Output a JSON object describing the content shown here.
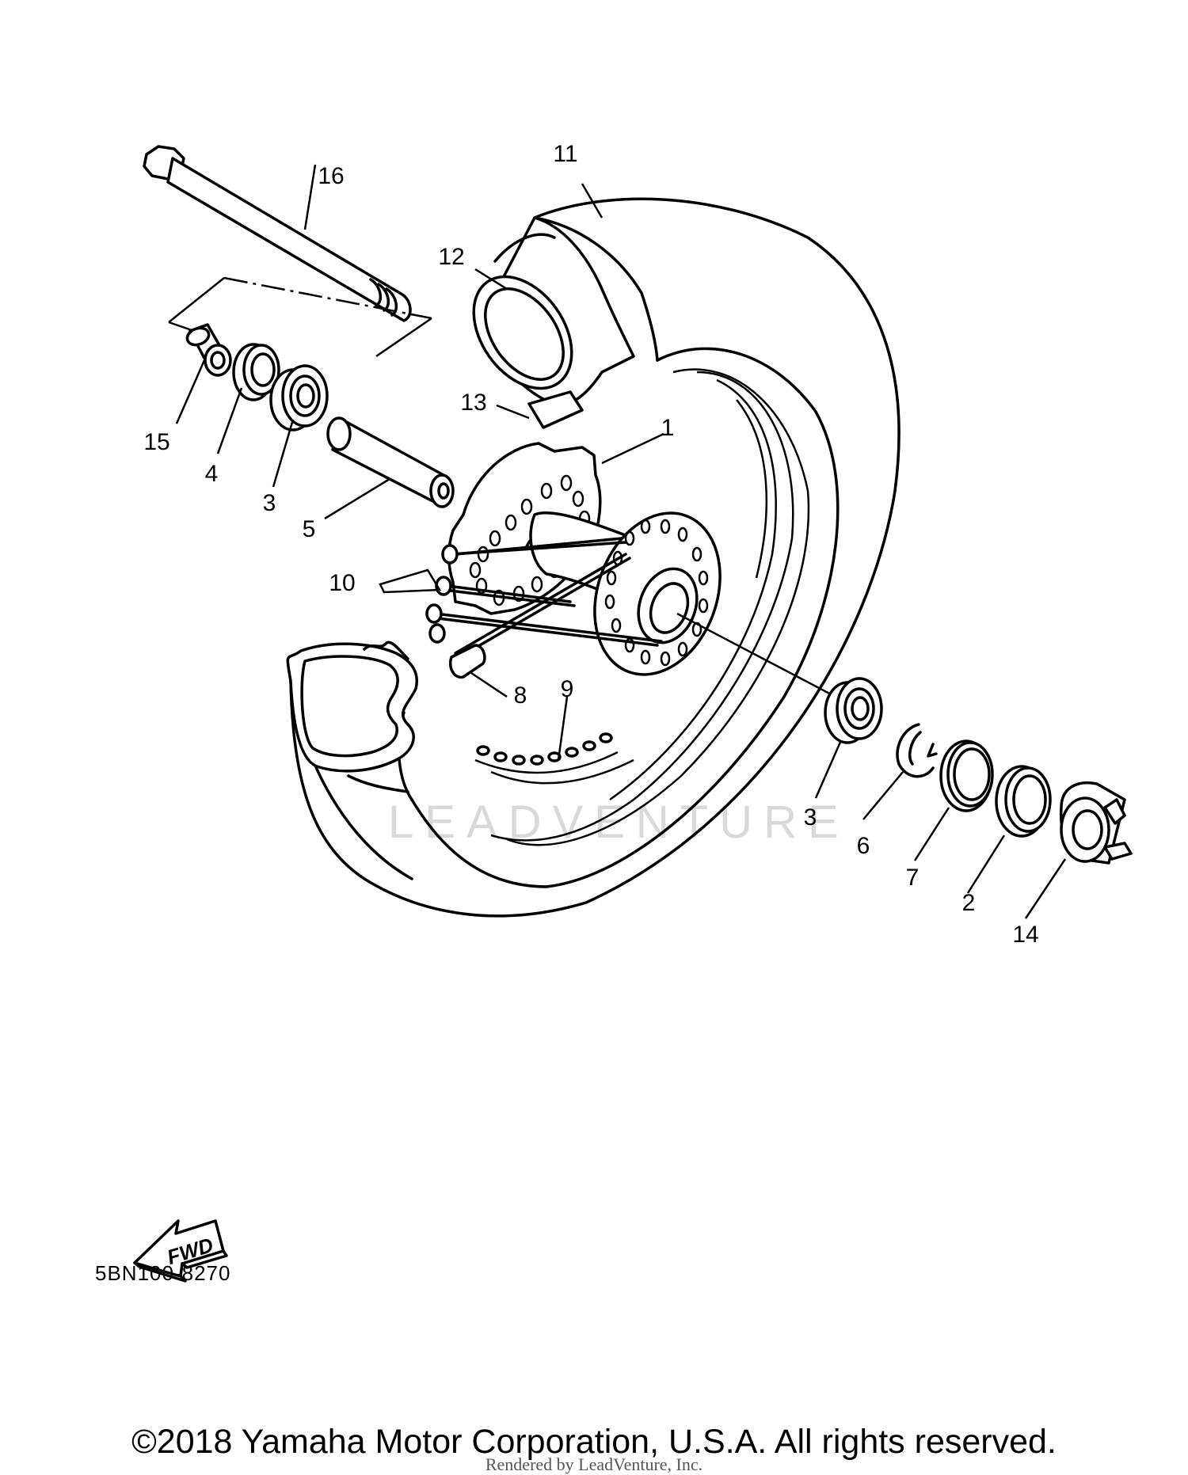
{
  "callouts": [
    "1",
    "2",
    "3",
    "3",
    "4",
    "5",
    "6",
    "7",
    "8",
    "9",
    "10",
    "11",
    "12",
    "13",
    "14",
    "15",
    "16"
  ],
  "watermark": "LEADVENTURE",
  "direction_badge": "FWD",
  "diagram_code": "5BN100-8270",
  "copyright": "©2018 Yamaha Motor Corporation, U.S.A. All rights reserved.",
  "render_credit": "Rendered by LeadVenture, Inc.",
  "icons": [
    "fwd-arrow-icon"
  ]
}
